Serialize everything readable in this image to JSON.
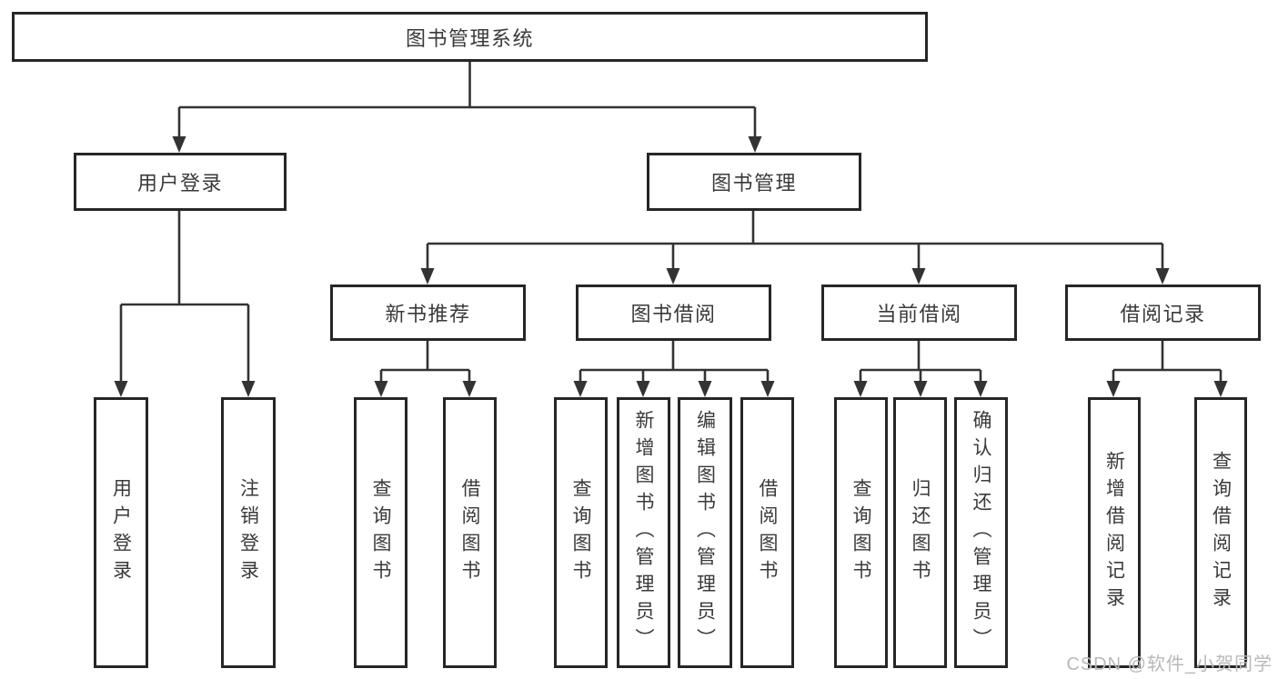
{
  "tree": {
    "root": "图书管理系统",
    "branches": [
      {
        "label": "用户登录",
        "children": [
          "用户登录",
          "注销登录"
        ]
      },
      {
        "label": "图书管理",
        "groups": [
          {
            "label": "新书推荐",
            "children": [
              "查询图书",
              "借阅图书"
            ]
          },
          {
            "label": "图书借阅",
            "children": [
              "查询图书",
              "新增图书（管理员）",
              "编辑图书（管理员）",
              "借阅图书"
            ]
          },
          {
            "label": "当前借阅",
            "children": [
              "查询图书",
              "归还图书",
              "确认归还（管理员）"
            ]
          },
          {
            "label": "借阅记录",
            "children": [
              "新增借阅记录",
              "查询借阅记录"
            ]
          }
        ]
      }
    ]
  },
  "watermark": {
    "text": "CSDN @软件_小贺同学"
  },
  "colors": {
    "border": "#262626",
    "line": "#333333",
    "text": "#3a3a3a",
    "background": "#ffffff",
    "watermark": "#b9b9b9"
  }
}
